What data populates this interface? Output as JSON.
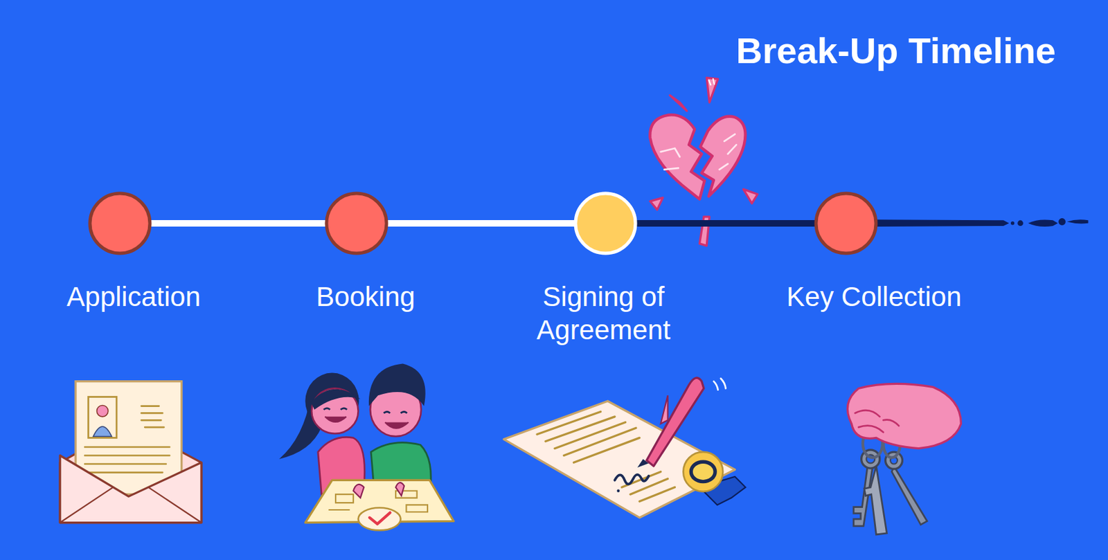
{
  "diagram": {
    "title": "Break-Up Timeline",
    "nodes": [
      {
        "text": [
          "Application"
        ]
      },
      {
        "text": [
          "Booking"
        ]
      },
      {
        "text": [
          "Signing of Agreement"
        ]
      },
      {
        "text": [
          "Key Collection"
        ]
      }
    ],
    "edges": [
      {
        "from": 0,
        "to": 1,
        "arrow": "none"
      },
      {
        "from": 1,
        "to": 2,
        "arrow": "none"
      },
      {
        "from": 2,
        "to": 3,
        "arrow": "none"
      }
    ]
  }
}
